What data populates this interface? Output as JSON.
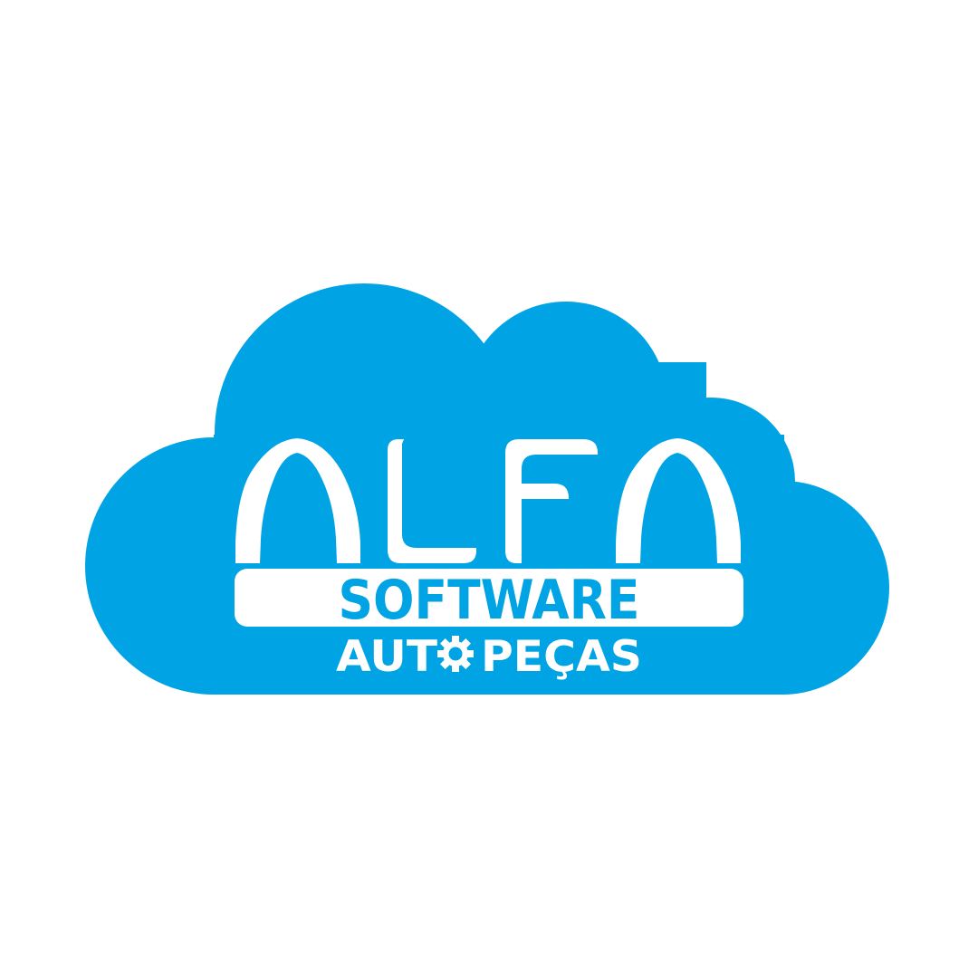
{
  "brand": {
    "name": "ALFA",
    "line2": "SOFTWARE",
    "line3_part1": "AUT",
    "line3_part2": "PEÇAS"
  },
  "icons": {
    "logo": "cloud-logo",
    "gear": "gear-icon"
  },
  "colors": {
    "cloud": "#00a3e3",
    "foreground": "#ffffff"
  }
}
